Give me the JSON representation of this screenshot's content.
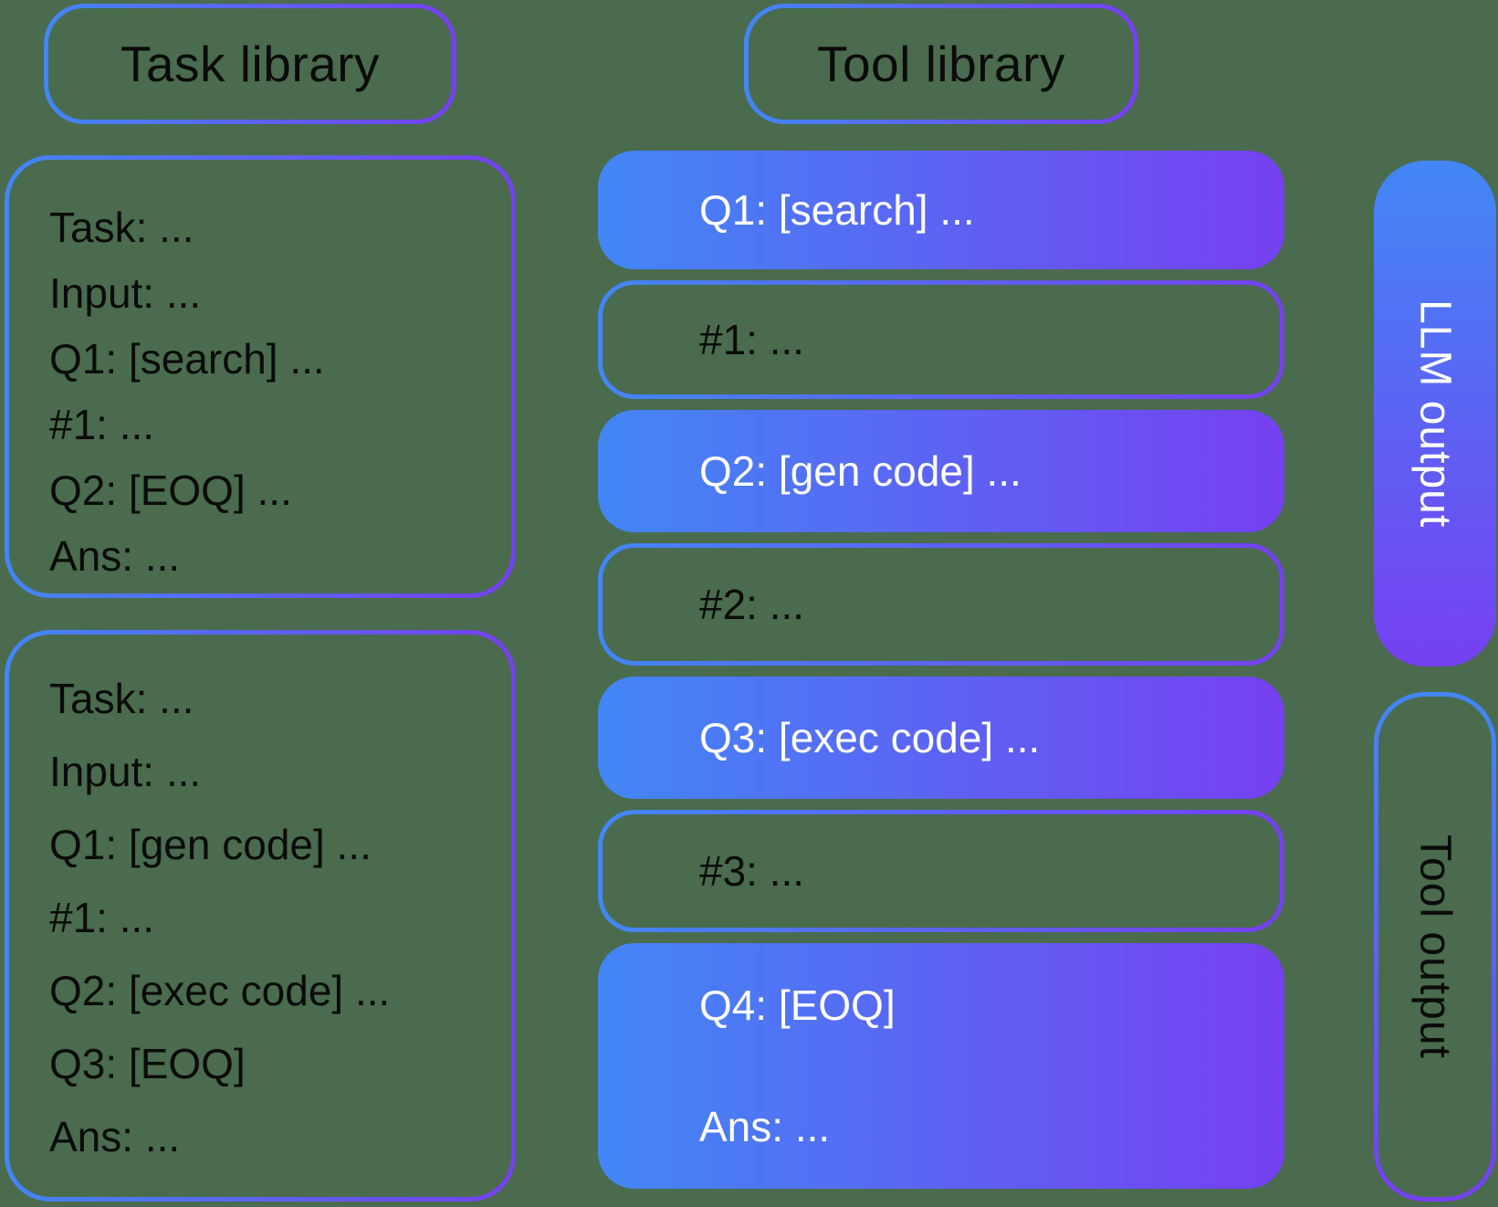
{
  "figure": {
    "background_color": "#4a6b4e",
    "accent_blue": "#4287f5",
    "accent_purple": "#7640f1",
    "dark_text_color": "#0b0b0b",
    "light_text_color": "#ffffff"
  },
  "task_library": {
    "title": "Task library",
    "examples": [
      {
        "lines": [
          "Task: ...",
          "Input: ...",
          "Q1: [search] ...",
          "#1: ...",
          "Q2: [EOQ] ...",
          "Ans: ..."
        ]
      },
      {
        "lines": [
          "Task: ...",
          "Input: ...",
          "Q1: [gen code] ...",
          "#1: ...",
          "Q2: [exec code] ...",
          "Q3: [EOQ]",
          "Ans: ..."
        ]
      }
    ]
  },
  "tool_library": {
    "title": "Tool library",
    "steps": [
      {
        "label": "Q1: [search] ...",
        "source": "llm"
      },
      {
        "label": "#1: ...",
        "source": "tool"
      },
      {
        "label": "Q2: [gen code] ...",
        "source": "llm"
      },
      {
        "label": "#2: ...",
        "source": "tool"
      },
      {
        "label": "Q3: [exec code] ...",
        "source": "llm"
      },
      {
        "label": "#3: ...",
        "source": "tool"
      },
      {
        "label": "Q4: [EOQ]",
        "label_secondary": "Ans: ...",
        "source": "llm"
      }
    ]
  },
  "legend": {
    "llm_output_label": "LLM output",
    "tool_output_label": "Tool output"
  }
}
